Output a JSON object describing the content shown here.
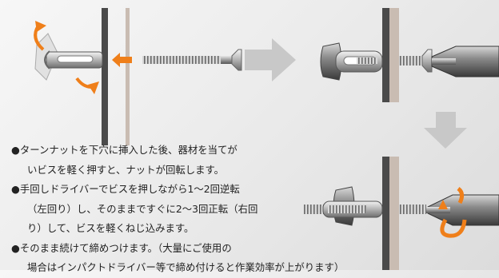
{
  "colors": {
    "accent": "#ef7f1a",
    "wall_dark": "#4a4a4a",
    "wall_light": "#c9bcb2",
    "arrow_gray": "#c8c8c8",
    "text": "#222222"
  },
  "icons": [
    "rotate-arrow-icon",
    "push-arrow-icon",
    "step-arrow-right-icon",
    "step-arrow-down-icon",
    "twist-arrow-icon"
  ],
  "instructions": {
    "bullet": "●",
    "item1": {
      "line1": "ターンナットを下穴に挿入した後、器材を当てが",
      "line2": "いビスを軽く押すと、ナットが回転します。"
    },
    "item2": {
      "line1": "手回しドライバーでビスを押しながら1～2回逆転",
      "line2": "（左回り）し、そのままですぐに2～3回正転（右回",
      "line3": "り）して、ビスを軽くねじ込みます。"
    },
    "item3": {
      "line1": "そのまま続けて締めつけます。（大量にご使用の",
      "line2": "場合はインパクトドライバー等で締め付けると作業効率が上がります）"
    }
  }
}
